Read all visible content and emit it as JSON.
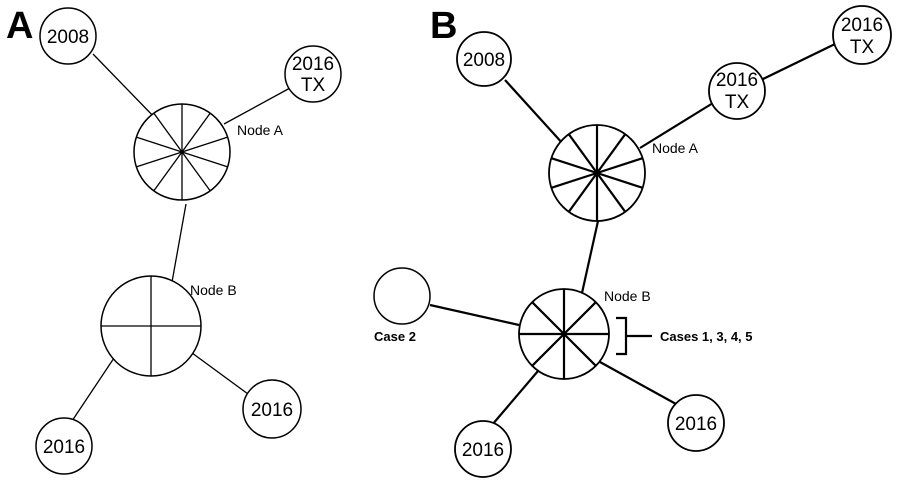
{
  "panels": {
    "a": {
      "letter": "A",
      "node_a": {
        "label": "Node A",
        "slices": 10
      },
      "node_b": {
        "label": "Node B",
        "slices": 4
      },
      "leaf_2008": "2008",
      "leaf_tx_year": "2016",
      "leaf_tx_state": "TX",
      "leaf_right_2016": "2016",
      "leaf_left_2016": "2016"
    },
    "b": {
      "letter": "B",
      "node_a": {
        "label": "Node A",
        "slices": 10
      },
      "node_b": {
        "label": "Node B",
        "slices": 8
      },
      "leaf_2008": "2008",
      "leaf_tx1_year": "2016",
      "leaf_tx1_state": "TX",
      "leaf_tx2_year": "2016",
      "leaf_tx2_state": "TX",
      "leaf_case2": "Case 2",
      "cases_bracket": "Cases 1, 3, 4, 5",
      "leaf_right_2016": "2016",
      "leaf_left_2016": "2016"
    }
  }
}
